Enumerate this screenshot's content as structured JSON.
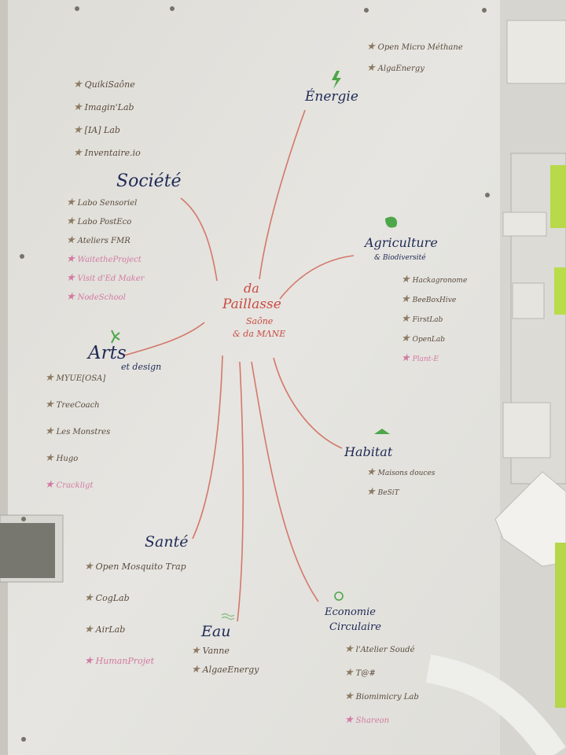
{
  "center": {
    "line1": "da",
    "line2": "Paillasse",
    "line3": "Saône",
    "line4": "& da MΛNE"
  },
  "categories": {
    "energie": "Énergie",
    "societe": "Société",
    "agriculture": "Agriculture",
    "agriculture_sub": "& Biodiversité",
    "arts": "Arts",
    "arts_sub": "et design",
    "habitat": "Habitat",
    "sante": "Santé",
    "eau": "Eau",
    "economie1": "Economie",
    "economie2": "Circulaire"
  },
  "items": {
    "energie": [
      "Open Micro Méthane",
      "AlgaEnergy"
    ],
    "societe_top": [
      "QuikiSaône",
      "Imagin'Lab",
      "[IA] Lab",
      "Inventaire.io"
    ],
    "societe": [
      "Labo Sensoriel",
      "Labo PostEco",
      "Ateliers FMR",
      "WaitetheProject",
      "Visit d'Ed Maker",
      "NodeSchool"
    ],
    "agriculture": [
      "Hackagronome",
      "BeeBoxHive",
      "FirstLab",
      "OpenLab",
      "Plant-E"
    ],
    "arts": [
      "MYUE[OSA]",
      "TreeCoach",
      "Les Monstres",
      "Hugo",
      "Crackligt"
    ],
    "habitat": [
      "Maisons douces",
      "BeSiT"
    ],
    "sante": [
      "Open Mosquito Trap",
      "CogLab",
      "AirLab",
      "HumanProjet"
    ],
    "eau": [
      "Vanne",
      "AlgaeEnergy"
    ],
    "economie": [
      "l'Atelier Soudé",
      "T@#",
      "Biomimicry Lab",
      "Shareon"
    ]
  },
  "colors": {
    "wall": "#cfcdc6",
    "board": "#e3e2dd",
    "category_ink": "#1f2a55",
    "center_ink": "#c84a42",
    "branch": "#d4776a",
    "item_ink": "#5a4a3c",
    "pink_ink": "#d27aa2",
    "star": "#8c7a62",
    "green_icon": "#4ea64a"
  },
  "icons": {
    "energie": "lightning-icon",
    "agriculture": "leaf-icon",
    "arts": "sprout-icon",
    "habitat": "house-icon",
    "eau": "waves-icon",
    "economie": "recycle-icon"
  }
}
